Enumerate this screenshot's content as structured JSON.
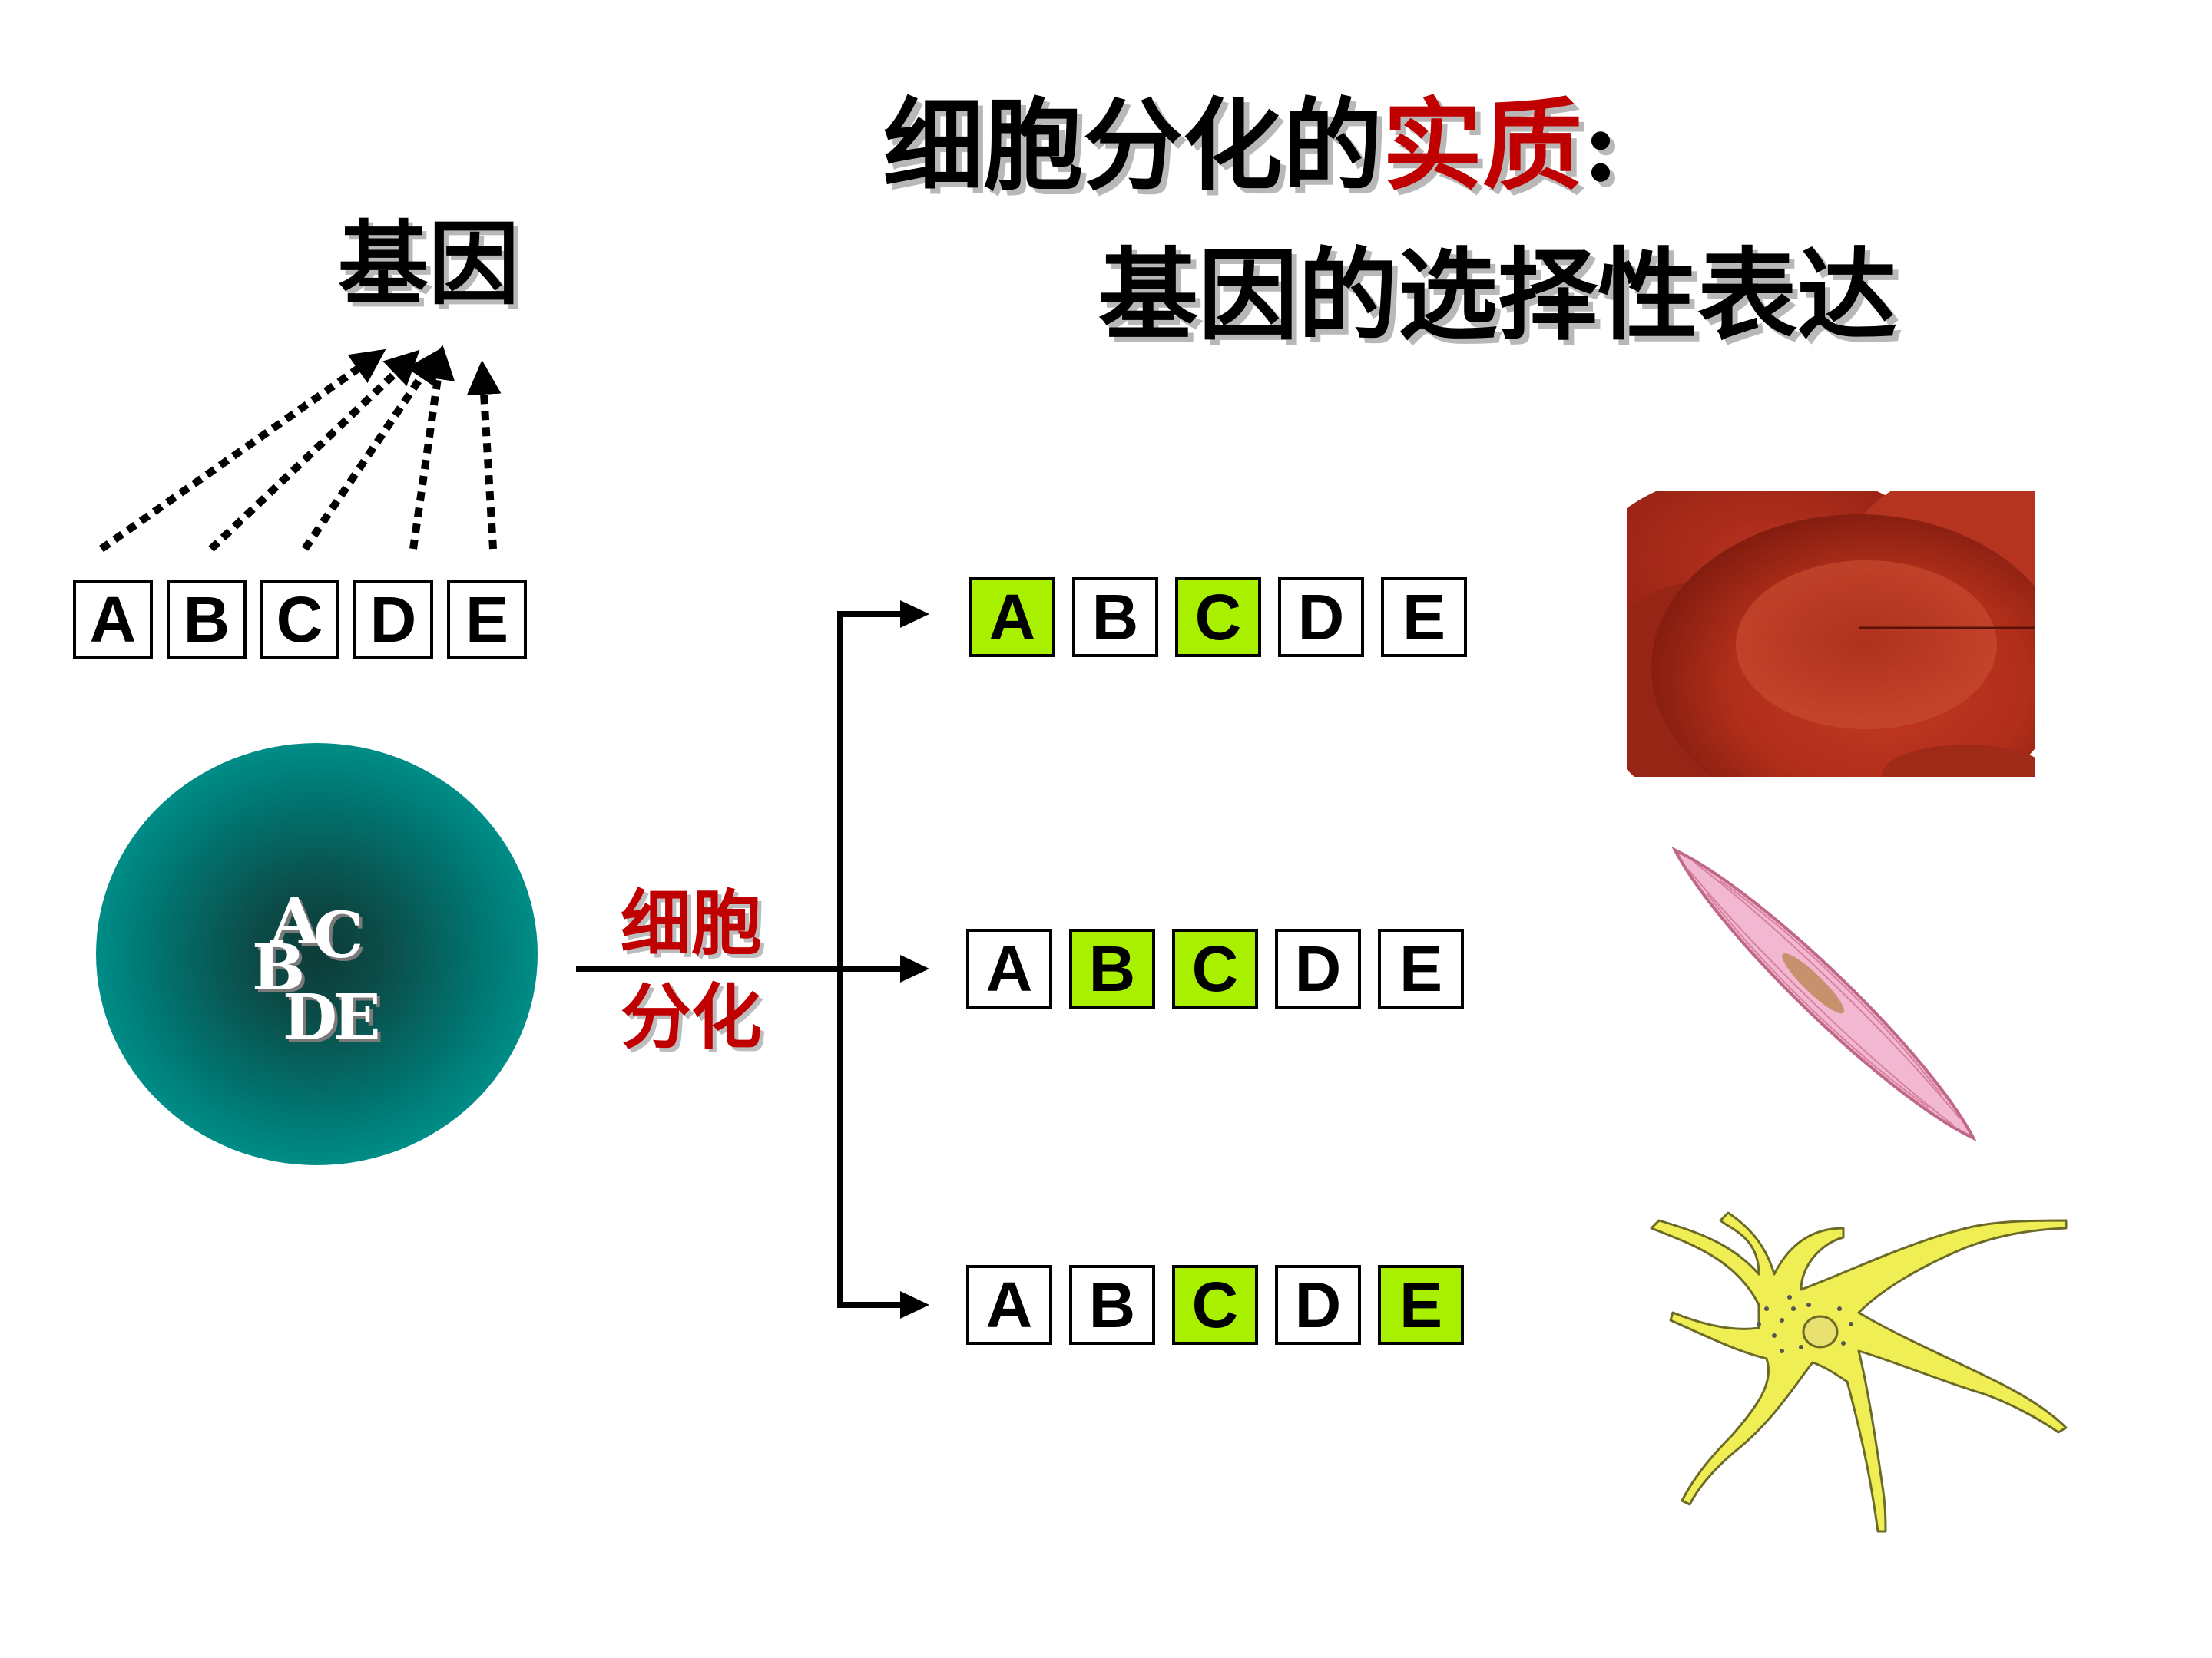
{
  "title": {
    "line1_prefix": "细胞分化的",
    "line1_highlight": "实质",
    "line1_suffix": ":",
    "line2": "基因的选择性表达"
  },
  "gene_heading": "基因",
  "gene_letters": [
    "A",
    "B",
    "C",
    "D",
    "E"
  ],
  "stem_cell": {
    "letters": [
      "A",
      "C",
      "B",
      "DE"
    ]
  },
  "differentiation_label": [
    "细胞",
    "分化"
  ],
  "differentiated_rows": [
    {
      "cell": "red-blood-cell",
      "active": [
        "A",
        "C"
      ]
    },
    {
      "cell": "muscle-cell",
      "active": [
        "B",
        "C"
      ]
    },
    {
      "cell": "nerve-cell",
      "active": [
        "C",
        "E"
      ]
    }
  ],
  "colors": {
    "active_gene": "#a8f000",
    "highlight_text": "#c00000",
    "stem_cell": "#009690"
  }
}
